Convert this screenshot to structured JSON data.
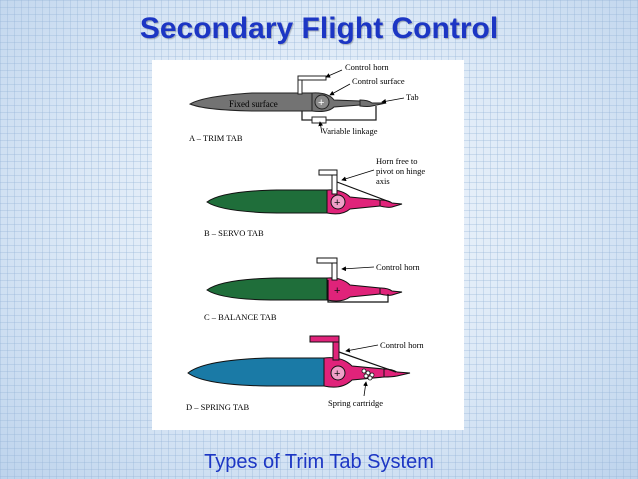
{
  "title": "Secondary Flight Control",
  "caption": "Types of Trim Tab System",
  "colors": {
    "title": "#1c36c4",
    "trim_gray": "#737373",
    "servo_green": "#1f6e3a",
    "control_pink": "#e0237a",
    "spring_blue": "#1a7aa6"
  },
  "diagrams": {
    "a": {
      "label": "A – TRIM TAB",
      "fixed_surface": "Fixed surface",
      "control_horn": "Control horn",
      "control_surface": "Control surface",
      "tab": "Tab",
      "variable_linkage": "Variable linkage"
    },
    "b": {
      "label": "B – SERVO TAB",
      "horn_note": [
        "Horn free to",
        "pivot on hinge",
        "axis"
      ]
    },
    "c": {
      "label": "C – BALANCE TAB",
      "control_horn": "Control horn"
    },
    "d": {
      "label": "D – SPRING TAB",
      "control_horn": "Control horn",
      "spring_cartridge": "Spring cartridge"
    }
  }
}
